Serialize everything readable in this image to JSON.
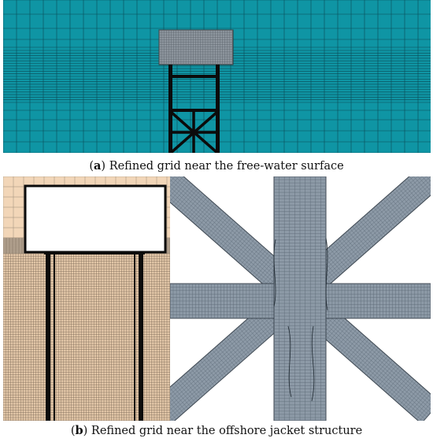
{
  "figure": {
    "panel_a": {
      "letter": "a",
      "caption": "Refined grid near the free-water surface"
    },
    "panel_b": {
      "letter": "b",
      "caption": "Refined grid near the offshore jacket structure"
    }
  },
  "colors": {
    "water": "#0f95a4",
    "grid_line": "#0a4a55",
    "air_section": "#f2d6b8",
    "structure": "#0b0b0b",
    "mesh_surface": "#8d9aa7",
    "mesh_shadow": "#5e6b78"
  }
}
